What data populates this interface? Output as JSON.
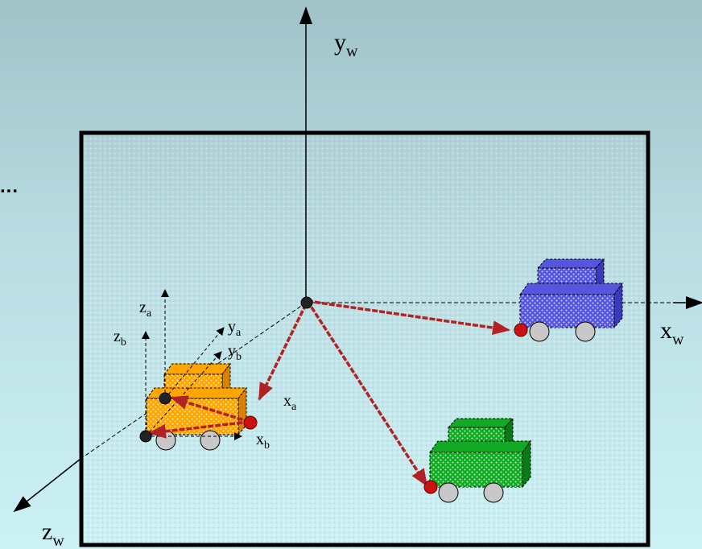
{
  "corner_text": "...",
  "axes": {
    "yw": {
      "base": "y",
      "sub": "w"
    },
    "xw": {
      "base": "x",
      "sub": "w"
    },
    "zw": {
      "base": "z",
      "sub": "w"
    },
    "za": {
      "base": "z",
      "sub": "a"
    },
    "zb": {
      "base": "z",
      "sub": "b"
    },
    "ya": {
      "base": "y",
      "sub": "a"
    },
    "yb": {
      "base": "y",
      "sub": "b"
    },
    "xa": {
      "base": "x",
      "sub": "a"
    },
    "xb": {
      "base": "x",
      "sub": "b"
    }
  },
  "colors": {
    "frame": "#000000",
    "vector": "#b22222",
    "car_orange": "#ffa500",
    "car_blue": "#5555dd",
    "car_green": "#11aa22",
    "wheel": "#c8c8c8"
  }
}
